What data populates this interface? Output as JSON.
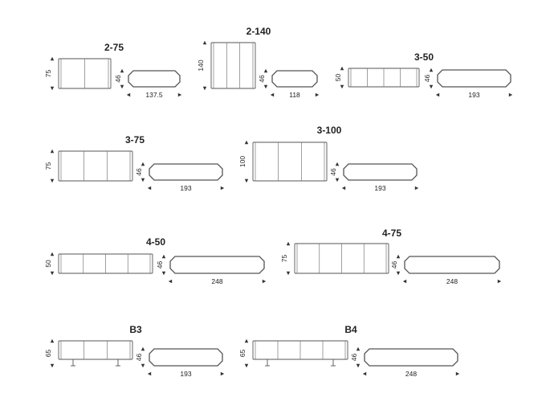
{
  "items": [
    {
      "name": "2-75",
      "height": "75",
      "depth": "46",
      "width": "137.5",
      "doors": 2,
      "feet": false
    },
    {
      "name": "2-140",
      "height": "140",
      "depth": "46",
      "width": "118",
      "doors": 3,
      "feet": false
    },
    {
      "name": "3-50",
      "height": "50",
      "depth": "46",
      "width": "193",
      "doors": 4,
      "feet": false
    },
    {
      "name": "3-75",
      "height": "75",
      "depth": "46",
      "width": "193",
      "doors": 3,
      "feet": false
    },
    {
      "name": "3-100",
      "height": "100",
      "depth": "46",
      "width": "193",
      "doors": 3,
      "feet": false
    },
    {
      "name": "4-50",
      "height": "50",
      "depth": "46",
      "width": "248",
      "doors": 4,
      "feet": false
    },
    {
      "name": "4-75",
      "height": "75",
      "depth": "46",
      "width": "248",
      "doors": 4,
      "feet": false
    },
    {
      "name": "B3",
      "height": "65",
      "depth": "46",
      "width": "193",
      "doors": 3,
      "feet": true
    },
    {
      "name": "B4",
      "height": "65",
      "depth": "46",
      "width": "248",
      "doors": 4,
      "feet": true
    }
  ]
}
